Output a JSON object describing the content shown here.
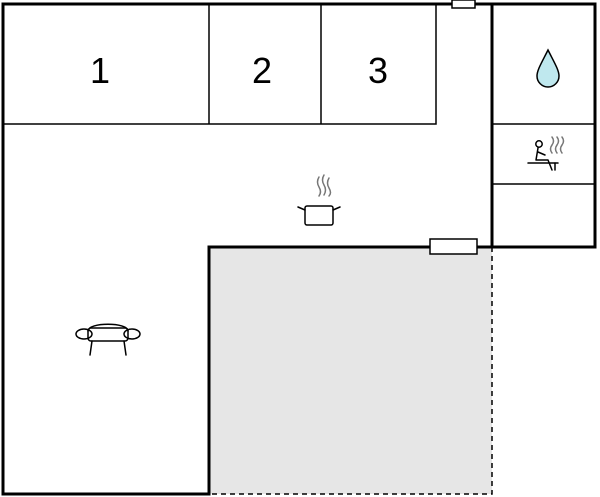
{
  "floorplan": {
    "rooms": [
      {
        "label": "1",
        "type": "bedroom"
      },
      {
        "label": "2",
        "type": "bedroom"
      },
      {
        "label": "3",
        "type": "bedroom"
      }
    ],
    "icons": {
      "bathroom": "water-drop-icon",
      "sauna": "sauna-icon",
      "kitchen": "cooking-pot-icon",
      "living": "sofa-icon"
    },
    "colors": {
      "terrace": "#e6e6e6",
      "water_drop": "#bfe8ee",
      "wall": "#000000"
    }
  }
}
